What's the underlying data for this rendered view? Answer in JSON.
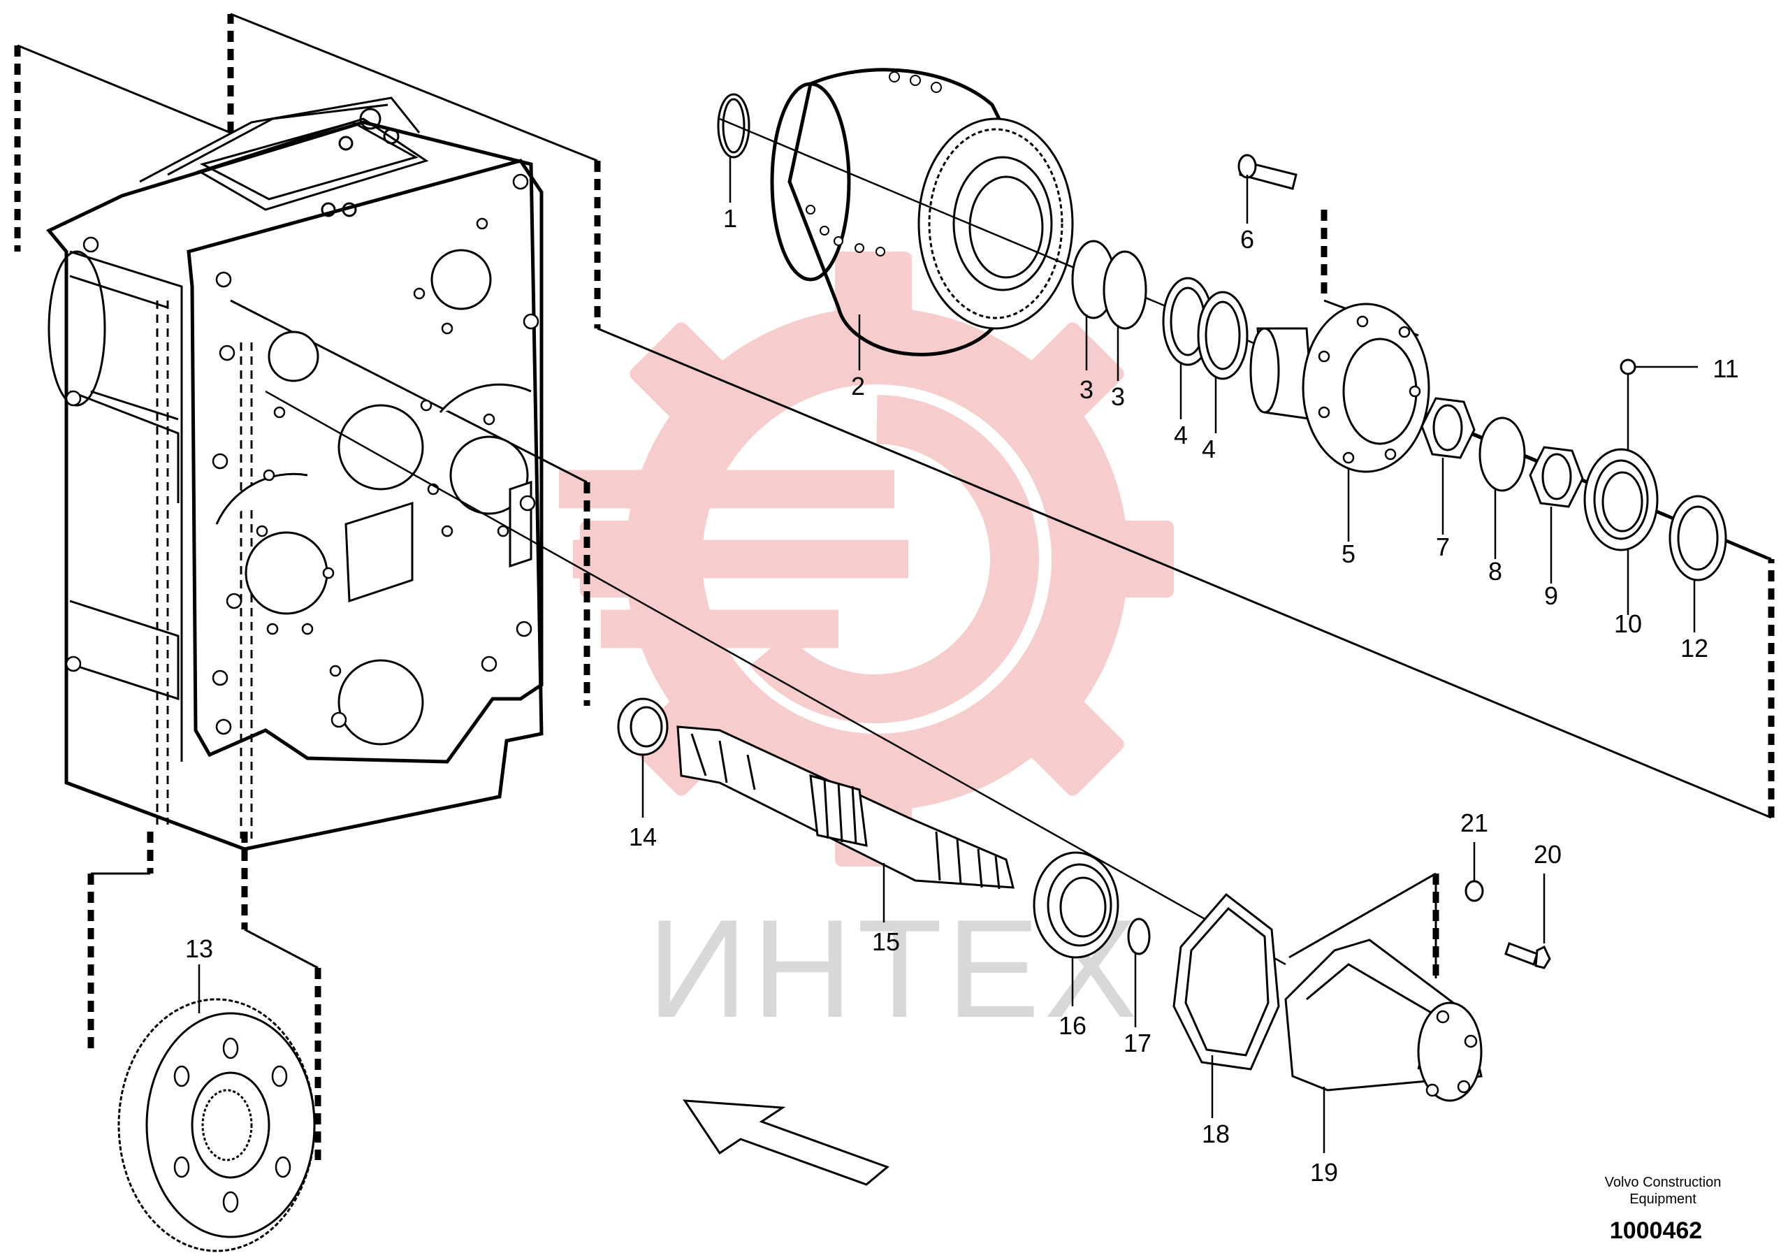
{
  "watermark": {
    "text": "ИНТЕХ",
    "color": "#f7c9c9"
  },
  "callouts": [
    {
      "id": "1",
      "label": "1"
    },
    {
      "id": "2",
      "label": "2"
    },
    {
      "id": "3a",
      "label": "3"
    },
    {
      "id": "3b",
      "label": "3"
    },
    {
      "id": "4a",
      "label": "4"
    },
    {
      "id": "4b",
      "label": "4"
    },
    {
      "id": "5",
      "label": "5"
    },
    {
      "id": "6",
      "label": "6"
    },
    {
      "id": "7",
      "label": "7"
    },
    {
      "id": "8",
      "label": "8"
    },
    {
      "id": "9",
      "label": "9"
    },
    {
      "id": "10",
      "label": "10"
    },
    {
      "id": "11",
      "label": "11"
    },
    {
      "id": "12",
      "label": "12"
    },
    {
      "id": "13",
      "label": "13"
    },
    {
      "id": "14",
      "label": "14"
    },
    {
      "id": "15",
      "label": "15"
    },
    {
      "id": "16",
      "label": "16"
    },
    {
      "id": "17",
      "label": "17"
    },
    {
      "id": "18",
      "label": "18"
    },
    {
      "id": "19",
      "label": "19"
    },
    {
      "id": "20",
      "label": "20"
    },
    {
      "id": "21",
      "label": "21"
    }
  ],
  "footer": {
    "brand_line1": "Volvo Construction",
    "brand_line2": "Equipment",
    "drawing_number": "1000462"
  }
}
